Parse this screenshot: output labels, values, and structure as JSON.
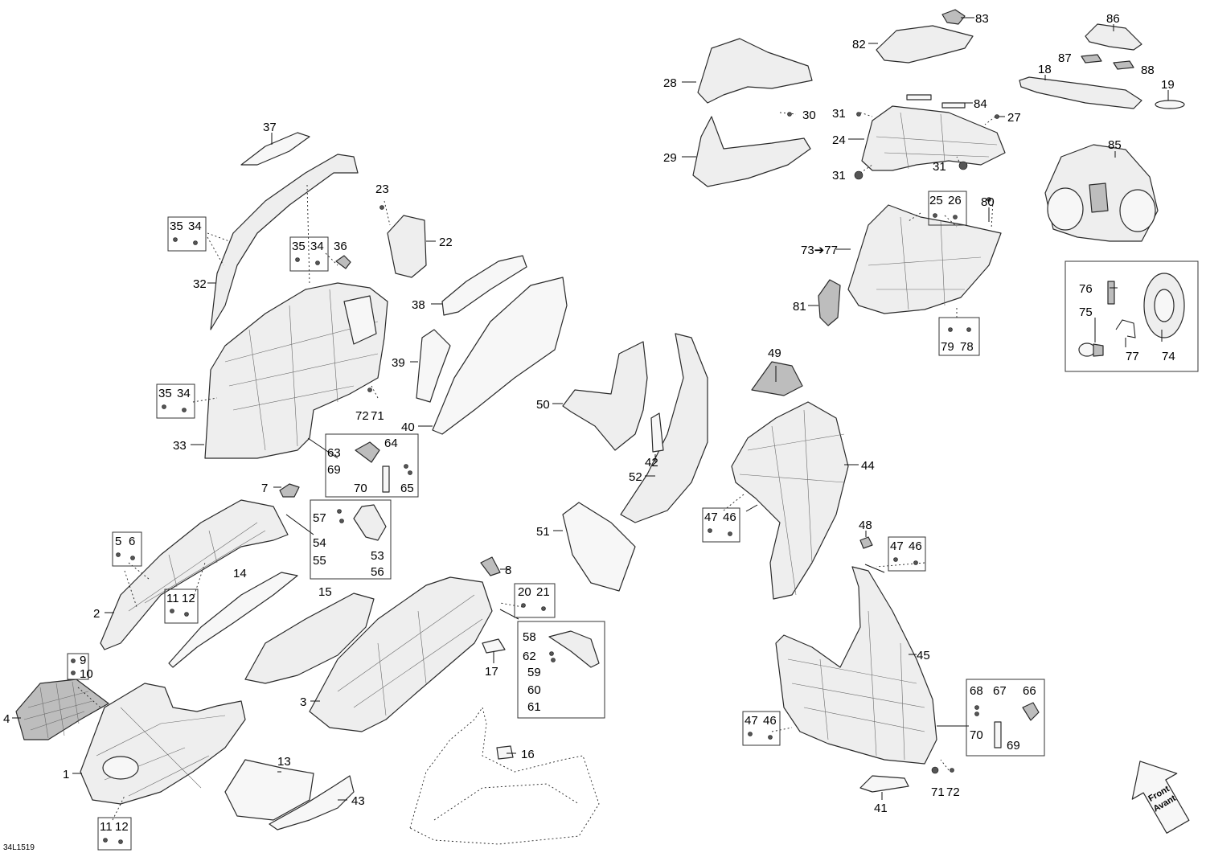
{
  "drawing_code": "34L1519",
  "front_label": "Front",
  "avant_label": "Avant",
  "arrow_text": "73➔77",
  "callouts": [
    "1",
    "2",
    "3",
    "4",
    "5",
    "6",
    "7",
    "8",
    "9",
    "10",
    "11",
    "12",
    "13",
    "14",
    "15",
    "16",
    "17",
    "18",
    "19",
    "20",
    "21",
    "22",
    "23",
    "24",
    "25",
    "26",
    "27",
    "28",
    "29",
    "30",
    "31",
    "32",
    "33",
    "34",
    "35",
    "36",
    "37",
    "38",
    "39",
    "40",
    "41",
    "42",
    "43",
    "44",
    "45",
    "46",
    "47",
    "48",
    "49",
    "50",
    "51",
    "52",
    "53",
    "54",
    "55",
    "56",
    "57",
    "58",
    "59",
    "60",
    "61",
    "62",
    "63",
    "64",
    "65",
    "66",
    "67",
    "68",
    "69",
    "70",
    "71",
    "72",
    "74",
    "75",
    "76",
    "77",
    "78",
    "79",
    "80",
    "81",
    "82",
    "83",
    "84",
    "85",
    "86",
    "87",
    "88"
  ]
}
